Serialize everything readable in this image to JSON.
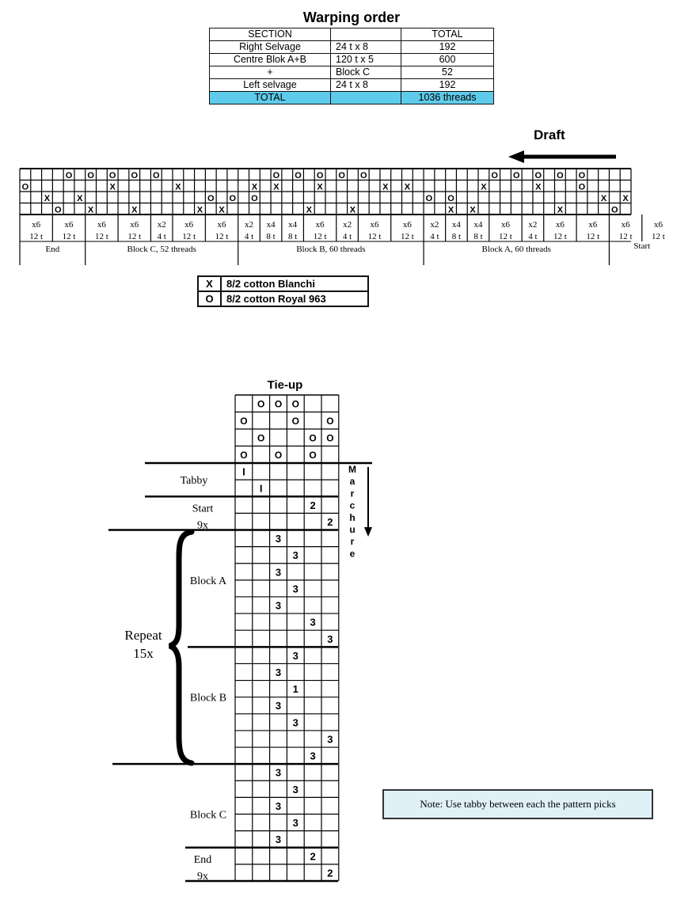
{
  "warping_order": {
    "title": "Warping order",
    "rows": [
      [
        "SECTION",
        "",
        "TOTAL"
      ],
      [
        "Right Selvage",
        "24 t x 8",
        "192"
      ],
      [
        "Centre Blok A+B",
        "120 t x 5",
        "600"
      ],
      [
        "+",
        "Block C",
        "52"
      ],
      [
        "Left selvage",
        "24 t x 8",
        "192"
      ],
      [
        "TOTAL",
        "",
        "1036 threads"
      ]
    ]
  },
  "draft": {
    "title": "Draft",
    "grid": [
      [
        "",
        "",
        "",
        "",
        "O",
        "",
        "O",
        "",
        "O",
        "",
        "O",
        "",
        "O",
        "",
        "",
        "",
        "",
        "",
        "",
        "",
        "",
        "",
        "",
        "O",
        "",
        "O",
        "",
        "O",
        "",
        "O",
        "",
        "O",
        "",
        "",
        "",
        "",
        "",
        "",
        "",
        "",
        "",
        "",
        "",
        "O",
        "",
        "O",
        "",
        "O",
        "",
        "O",
        "",
        "O",
        "",
        "",
        "",
        ""
      ],
      [
        "O",
        "",
        "",
        "",
        "",
        "",
        "",
        "",
        "X",
        "",
        "",
        "",
        "",
        "",
        "X",
        "",
        "",
        "",
        "",
        "",
        "",
        "X",
        "",
        "X",
        "",
        "",
        "",
        "X",
        "",
        "",
        "",
        "",
        "",
        "X",
        "",
        "X",
        "",
        "",
        "",
        "",
        "",
        "",
        "X",
        "",
        "",
        "",
        "",
        "X",
        "",
        "",
        "",
        "O",
        "",
        "",
        ""
      ],
      [
        "",
        "",
        "X",
        "",
        "",
        "X",
        "",
        "",
        "",
        "",
        "",
        "",
        "",
        "",
        "",
        "",
        "",
        "O",
        "",
        "O",
        "",
        "O",
        "",
        "",
        "",
        "",
        "",
        "",
        "",
        "",
        "",
        "",
        "",
        "",
        "",
        "",
        "",
        "O",
        "",
        "O",
        "",
        "",
        "",
        "",
        "",
        "",
        "",
        "",
        "",
        "",
        "",
        "",
        "",
        "X",
        "",
        "X"
      ],
      [
        "",
        "",
        "",
        "O",
        "",
        "",
        "X",
        "",
        "",
        "",
        "X",
        "",
        "",
        "",
        "",
        "",
        "X",
        "",
        "X",
        "",
        "",
        "",
        "",
        "",
        "",
        "",
        "X",
        "",
        "",
        "",
        "X",
        "",
        "",
        "",
        "",
        "",
        "",
        "",
        "",
        "X",
        "",
        "X",
        "",
        "",
        "",
        "",
        "",
        "",
        "",
        "X",
        "",
        "",
        "",
        "",
        "O",
        ""
      ]
    ],
    "count_cells": [
      [
        "x6",
        "12 t"
      ],
      [
        "x6",
        "12 t"
      ],
      [
        "x6",
        "12 t"
      ],
      [
        "x6",
        "12 t"
      ],
      [
        "x2",
        "4 t"
      ],
      [
        "x6",
        "12 t"
      ],
      [
        "x6",
        "12 t"
      ],
      [
        "x2",
        "4 t"
      ],
      [
        "x4",
        "8 t"
      ],
      [
        "x4",
        "8 t"
      ],
      [
        "x6",
        "12 t"
      ],
      [
        "x2",
        "4 t"
      ],
      [
        "x6",
        "12 t"
      ],
      [
        "x6",
        "12 t"
      ],
      [
        "x2",
        "4 t"
      ],
      [
        "x4",
        "8 t"
      ],
      [
        "x4",
        "8 t"
      ],
      [
        "x6",
        "12 t"
      ],
      [
        "x2",
        "4 t"
      ],
      [
        "x6",
        "12 t"
      ],
      [
        "x6",
        "12 t"
      ],
      [
        "x6",
        "12 t"
      ],
      [
        "x6",
        "12 t"
      ]
    ],
    "groups": [
      "End",
      "Block C, 52 threads",
      "Block B, 60 threads",
      "Block A, 60 threads",
      "Start"
    ]
  },
  "legend": [
    {
      "symbol": "X",
      "label": "8/2 cotton Blanchi"
    },
    {
      "symbol": "O",
      "label": "8/2 cotton Royal 963"
    }
  ],
  "tieup": {
    "title": "Tie-up",
    "grid": [
      [
        "",
        "O",
        "O",
        "O",
        "",
        ""
      ],
      [
        "O",
        "",
        "",
        "O",
        "",
        "O"
      ],
      [
        "",
        "O",
        "",
        "",
        "O",
        "O"
      ],
      [
        "O",
        "",
        "O",
        "",
        "O",
        ""
      ]
    ],
    "treadling": [
      [
        "I",
        "",
        "",
        "",
        "",
        ""
      ],
      [
        "",
        "I",
        "",
        "",
        "",
        ""
      ],
      [
        "",
        "",
        "",
        "",
        "2",
        ""
      ],
      [
        "",
        "",
        "",
        "",
        "",
        "2"
      ],
      [
        "",
        "",
        "3",
        "",
        "",
        ""
      ],
      [
        "",
        "",
        "",
        "3",
        "",
        ""
      ],
      [
        "",
        "",
        "3",
        "",
        "",
        ""
      ],
      [
        "",
        "",
        "",
        "3",
        "",
        ""
      ],
      [
        "",
        "",
        "3",
        "",
        "",
        ""
      ],
      [
        "",
        "",
        "",
        "",
        "3",
        ""
      ],
      [
        "",
        "",
        "",
        "",
        "",
        "3"
      ],
      [
        "",
        "",
        "",
        "3",
        "",
        ""
      ],
      [
        "",
        "",
        "3",
        "",
        "",
        ""
      ],
      [
        "",
        "",
        "",
        "1",
        "",
        ""
      ],
      [
        "",
        "",
        "3",
        "",
        "",
        ""
      ],
      [
        "",
        "",
        "",
        "3",
        "",
        ""
      ],
      [
        "",
        "",
        "",
        "",
        "",
        "3"
      ],
      [
        "",
        "",
        "",
        "",
        "3",
        ""
      ],
      [
        "",
        "",
        "3",
        "",
        "",
        ""
      ],
      [
        "",
        "",
        "",
        "3",
        "",
        ""
      ],
      [
        "",
        "",
        "3",
        "",
        "",
        ""
      ],
      [
        "",
        "",
        "",
        "3",
        "",
        ""
      ],
      [
        "",
        "",
        "3",
        "",
        "",
        ""
      ],
      [
        "",
        "",
        "",
        "",
        "2",
        ""
      ],
      [
        "",
        "",
        "",
        "",
        "",
        "2"
      ]
    ],
    "labels": {
      "tabby": "Tabby",
      "start": "Start",
      "start_count": "9x",
      "block_a": "Block A",
      "block_b": "Block B",
      "block_c": "Block C",
      "end": "End",
      "end_count": "9x",
      "repeat": "Repeat",
      "repeat_count": "15x"
    },
    "marchure": "Marchure"
  },
  "note": "Note: Use tabby between each the pattern picks",
  "colors": {
    "total_row": "#5fcbea",
    "note_bg": "#dff1f7"
  }
}
